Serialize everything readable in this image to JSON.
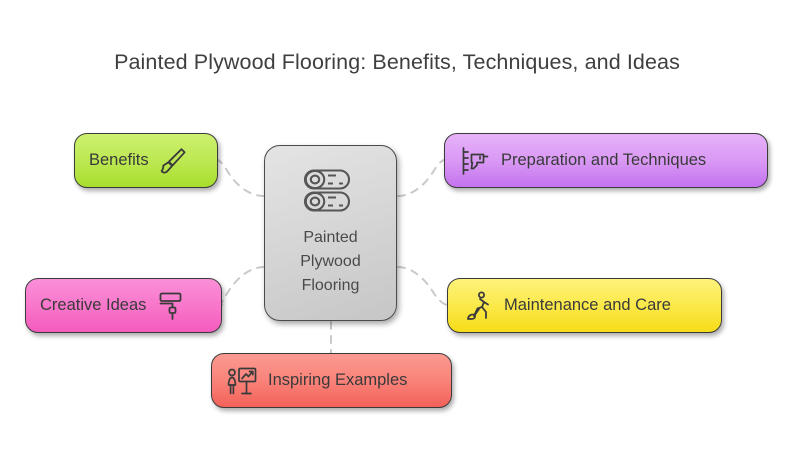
{
  "page": {
    "title": "Painted Plywood Flooring: Benefits, Techniques, and Ideas",
    "background_color": "#ffffff",
    "type": "mind-map"
  },
  "center": {
    "label_line1": "Painted",
    "label_line2": "Plywood",
    "label_line3": "Flooring",
    "icon": "plywood-planks-icon",
    "fill_top": "#e4e4e4",
    "fill_bottom": "#c6c6c6",
    "border_color": "#4a4a4a",
    "text_color": "#4a4a4a"
  },
  "branches": [
    {
      "id": "benefits",
      "label": "Benefits",
      "icon": "paintbrush-icon",
      "icon_side": "right",
      "fill_top": "#cdf070",
      "fill_bottom": "#a8de2e",
      "border_color": "#3b3b3b",
      "text_color": "#3a3a3a"
    },
    {
      "id": "preparation",
      "label": "Preparation and Techniques",
      "icon": "drill-icon",
      "icon_side": "left",
      "fill_top": "#e7b2f9",
      "fill_bottom": "#c472ee",
      "border_color": "#3b3b3b",
      "text_color": "#3a3a3a"
    },
    {
      "id": "creative",
      "label": "Creative Ideas",
      "icon": "paint-roller-icon",
      "icon_side": "right",
      "fill_top": "#fa8fd8",
      "fill_bottom": "#f45bbd",
      "border_color": "#3b3b3b",
      "text_color": "#3a3a3a"
    },
    {
      "id": "maintenance",
      "label": "Maintenance and Care",
      "icon": "person-mopping-icon",
      "icon_side": "left",
      "fill_top": "#fdf27b",
      "fill_bottom": "#f6dc18",
      "border_color": "#3b3b3b",
      "text_color": "#3a3a3a"
    },
    {
      "id": "inspiring",
      "label": "Inspiring Examples",
      "icon": "presentation-person-icon",
      "icon_side": "left",
      "fill_top": "#fb9a91",
      "fill_bottom": "#f26159",
      "border_color": "#3b3b3b",
      "text_color": "#3a3a3a"
    }
  ],
  "connectors": {
    "style": "dashed",
    "color": "#c9c9c9",
    "width": 2
  }
}
